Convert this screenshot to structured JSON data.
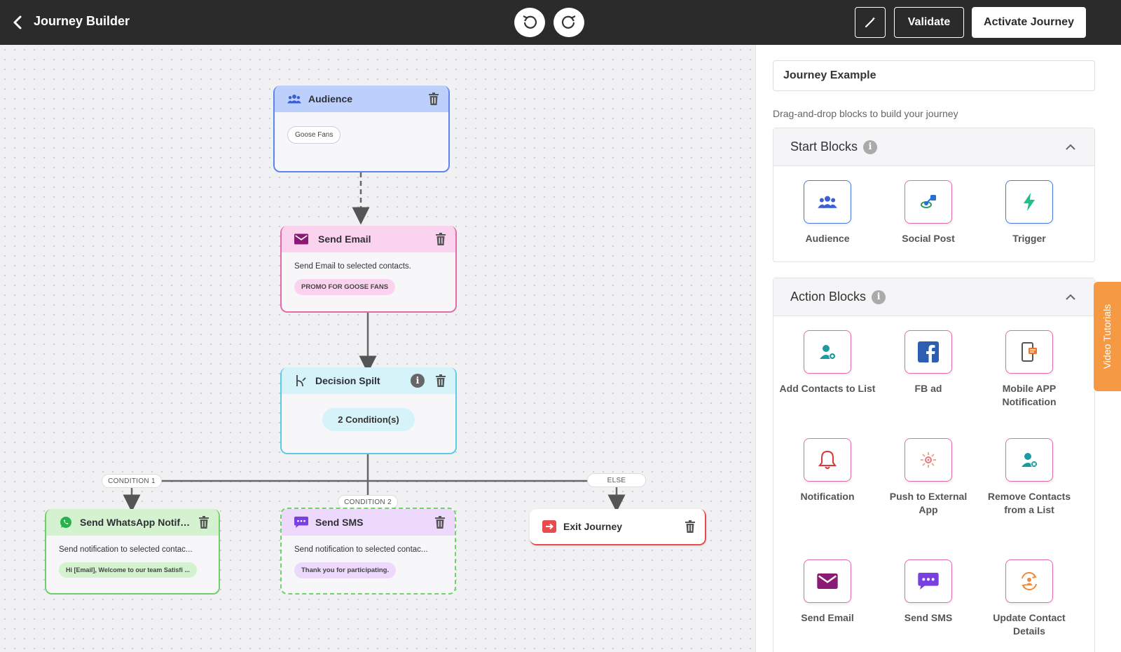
{
  "header": {
    "title": "Journey Builder",
    "validate_label": "Validate",
    "activate_label": "Activate Journey"
  },
  "canvas": {
    "nodes": {
      "audience": {
        "title": "Audience",
        "chip": "Goose Fans"
      },
      "send_email": {
        "title": "Send Email",
        "description": "Send Email to selected contacts.",
        "chip": "PROMO FOR GOOSE FANS"
      },
      "decision": {
        "title": "Decision Spilt",
        "conditions": "2 Condition(s)"
      },
      "whatsapp": {
        "title": "Send WhatsApp Notific...",
        "description": "Send notification to selected contac...",
        "chip": "Hi [Email], Welcome to our team Satisfi ..."
      },
      "sms": {
        "title": "Send SMS",
        "description": "Send notification to selected contac...",
        "chip": "Thank you for participating."
      },
      "exit": {
        "title": "Exit Journey"
      }
    },
    "branch_labels": {
      "condition1": "CONDITION 1",
      "condition2": "CONDITION 2",
      "else": "ELSE"
    }
  },
  "panel": {
    "journey_name": "Journey Example",
    "hint": "Drag-and-drop blocks to build your journey",
    "start_blocks": {
      "title": "Start Blocks",
      "items": [
        {
          "label": "Audience",
          "icon": "audience-icon"
        },
        {
          "label": "Social Post",
          "icon": "social-post-icon"
        },
        {
          "label": "Trigger",
          "icon": "trigger-icon"
        }
      ]
    },
    "action_blocks": {
      "title": "Action Blocks",
      "items": [
        {
          "label": "Add Contacts to List",
          "icon": "add-contact-icon"
        },
        {
          "label": "FB ad",
          "icon": "facebook-icon"
        },
        {
          "label": "Mobile APP Notification",
          "icon": "mobile-notification-icon"
        },
        {
          "label": "Notification",
          "icon": "bell-icon"
        },
        {
          "label": "Push to External App",
          "icon": "push-external-icon"
        },
        {
          "label": "Remove Contacts from a List",
          "icon": "remove-contact-icon"
        },
        {
          "label": "Send Email",
          "icon": "email-icon"
        },
        {
          "label": "Send SMS",
          "icon": "sms-icon"
        },
        {
          "label": "Update Contact Details",
          "icon": "update-contact-icon"
        }
      ]
    },
    "video_tutorials": "Video Tutorials"
  },
  "colors": {
    "topbar": "#2b2b2b",
    "audience_header": "#bcd0fb",
    "email_header": "#fbd3ee",
    "decision_header": "#d6f3fa",
    "whatsapp_header": "#d4f2cf",
    "sms_header": "#ecd9fb",
    "exit_accent": "#e84b4b",
    "tutorials_tab": "#f59a42"
  }
}
